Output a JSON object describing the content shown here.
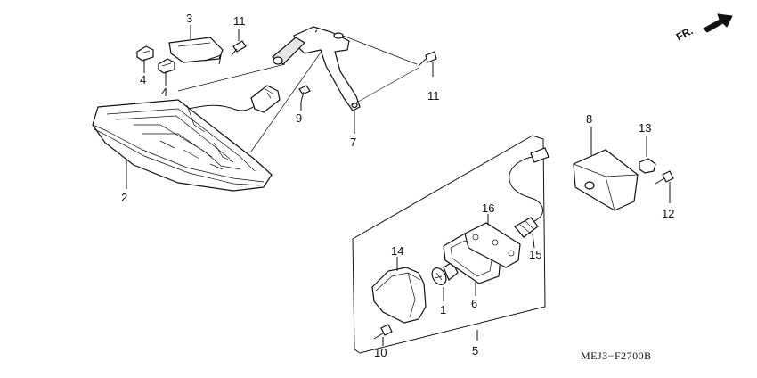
{
  "orientation": {
    "label": "FR."
  },
  "diagram_code": "MEJ3−F2700B",
  "callouts": {
    "p1": "1",
    "p2": "2",
    "p3": "3",
    "p4a": "4",
    "p4b": "4",
    "p5": "5",
    "p6": "6",
    "p7": "7",
    "p8": "8",
    "p9": "9",
    "p10": "10",
    "p11a": "11",
    "p11b": "11",
    "p12": "12",
    "p13": "13",
    "p14": "14",
    "p15": "15",
    "p16": "16"
  }
}
